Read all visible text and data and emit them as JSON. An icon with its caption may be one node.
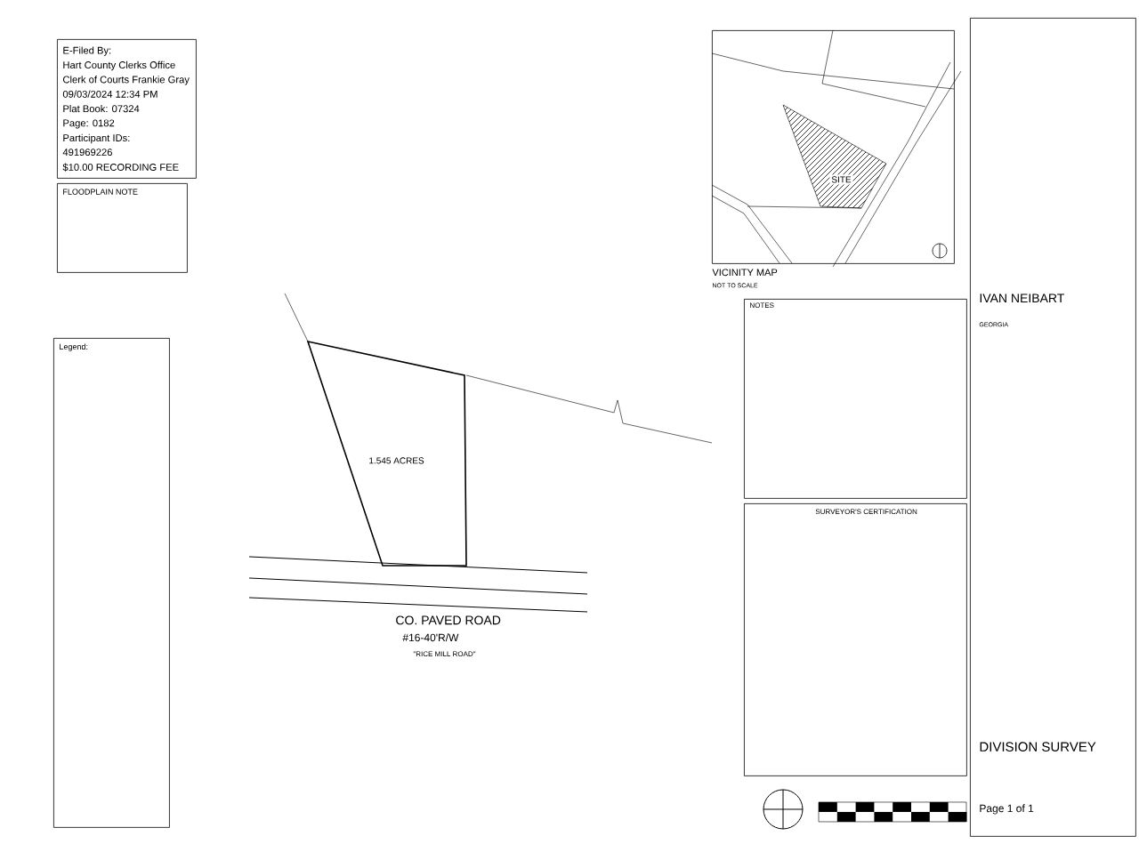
{
  "diagram": {
    "nodes": [
      {
        "text": [
          "E-Filed By:",
          "Hart County Clerks Office",
          "Clerk of Courts Frankie Gray",
          "09/03/2024 12:34 PM",
          "Plat Book: 07324",
          "Page: 0182",
          "Participant IDs:",
          "491969226",
          "$10.00 RECORDING FEE"
        ]
      },
      {
        "text": [
          "FLOODPLAIN NOTE"
        ]
      },
      {
        "text": [
          "Legend:"
        ]
      },
      {
        "text": [
          "1.545 ACRES"
        ]
      },
      {
        "text": [
          "VICINITY MAP",
          "NOT TO SCALE"
        ]
      },
      {
        "text": [
          "SITE"
        ],
        "in": 4
      },
      {
        "text": [
          "NOTES"
        ]
      },
      {
        "text": [
          "SURVEYOR'S CERTIFICATION"
        ]
      },
      {
        "text": [
          "IVAN NEIBART",
          "GEORGIA",
          "DIVISION SURVEY",
          "Page 1 of 1"
        ]
      }
    ],
    "labels": [
      "CO. PAVED ROAD",
      "#16-40'R/W",
      "\"RICE MILL ROAD\""
    ]
  }
}
